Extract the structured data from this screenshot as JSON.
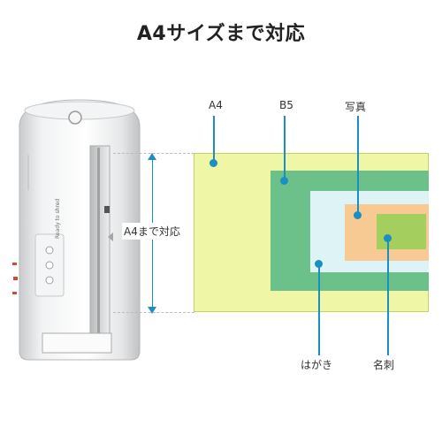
{
  "title": "A4サイズまで対応",
  "device": {
    "brand_label": "Ready to shred",
    "support_label": "A4まで対応"
  },
  "paper_sizes": [
    {
      "name": "A4",
      "color": "#eff7a7"
    },
    {
      "name": "B5",
      "color": "#6cc18b"
    },
    {
      "name": "はがき",
      "color": "#ddf3f6"
    },
    {
      "name": "写真",
      "color": "#f7c993"
    },
    {
      "name": "名刺",
      "color": "#a4cf5e"
    }
  ],
  "colors": {
    "accent": "#1a8fc4",
    "a4_border": "#c8d15a"
  }
}
